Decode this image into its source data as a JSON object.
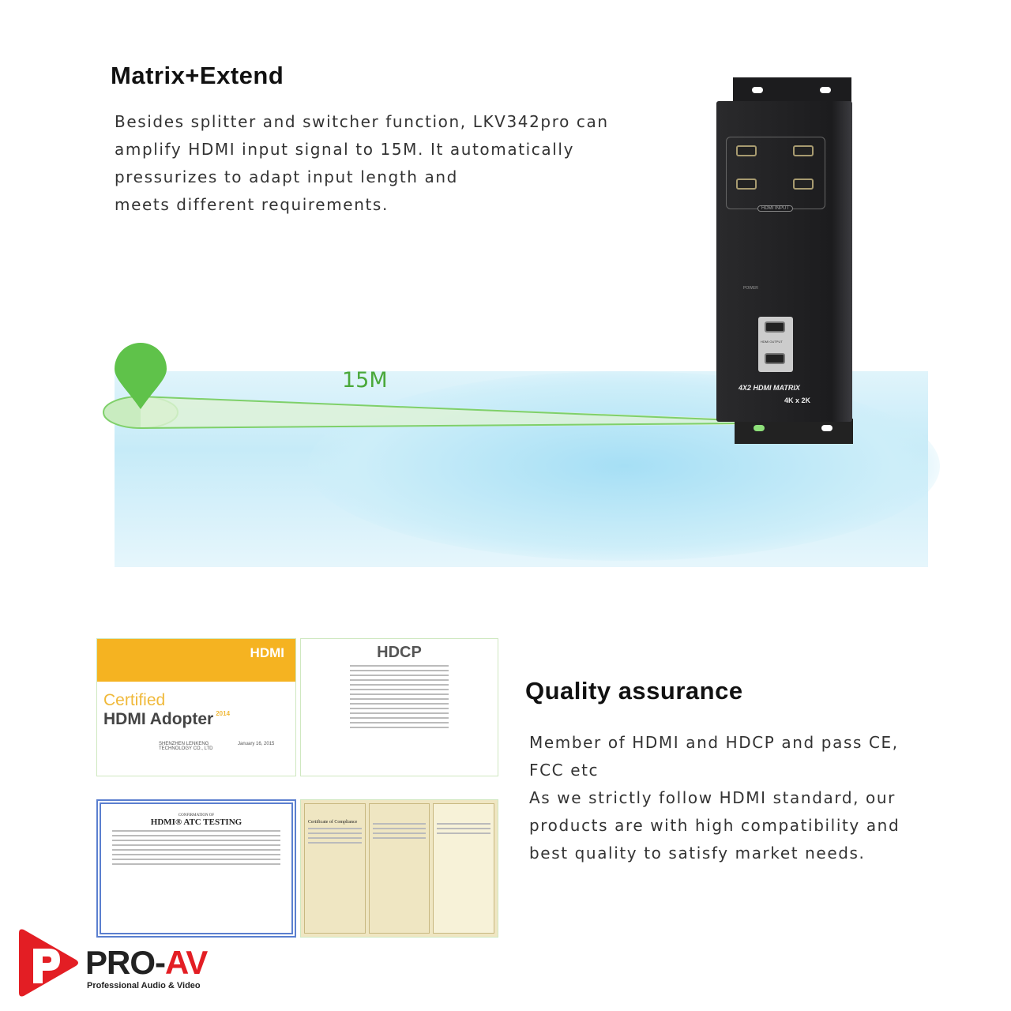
{
  "section1": {
    "title": "Matrix+Extend",
    "lines": [
      "Besides splitter and switcher function, LKV342pro can",
      "amplify HDMI input signal to 15M. It automatically",
      "pressurizes to adapt input length and",
      "meets different requirements."
    ],
    "distance_label": "15M"
  },
  "device": {
    "brand_text": "4X2 HDMI MATRIX",
    "resolution": "4K x 2K",
    "input_label": "HDMI INPUT",
    "output_label": "HDMI OUTPUT",
    "power_label": "POWER"
  },
  "certificates": {
    "hdmi_logo": "HDMI",
    "certified": "Certified",
    "adopter": "HDMI Adopter",
    "year": "2014",
    "company": "SHENZHEN LENKENG TECHNOLOGY CO., LTD",
    "date": "January 16, 2015",
    "hdcp_logo": "HDCP",
    "atc": "HDMI® ATC TESTING",
    "atc_header": "CONFIRMATION OF",
    "compliance": "Certificate of Compliance"
  },
  "section2": {
    "title": "Quality assurance",
    "lines": [
      "Member of HDMI and HDCP and pass CE,",
      "FCC etc",
      "As we strictly follow HDMI standard, our",
      "products are with high compatibility and",
      "best quality to satisfy market needs."
    ]
  },
  "logo": {
    "name_black": "PRO-",
    "name_red": "AV",
    "tagline": "Professional Audio & Video"
  },
  "colors": {
    "green": "#5fc24a",
    "brand_red": "#e31e24",
    "cert_orange": "#f5b321"
  }
}
